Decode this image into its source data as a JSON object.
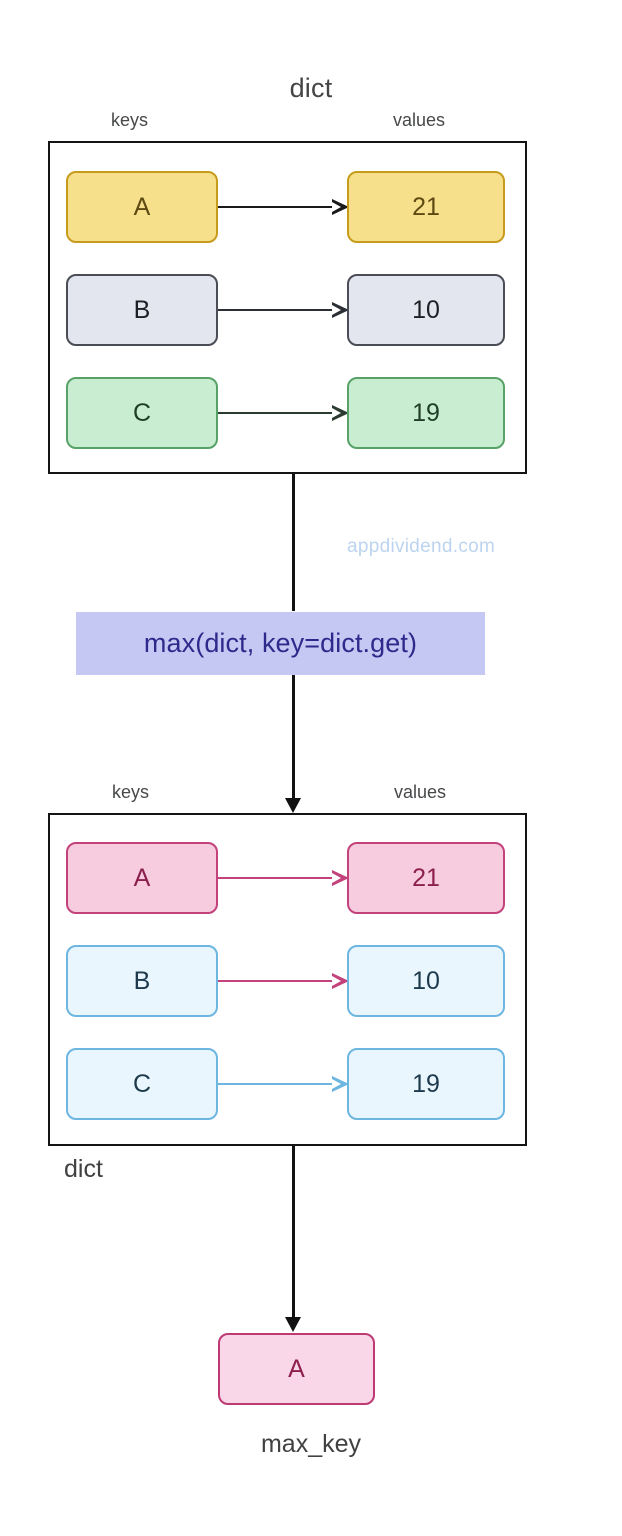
{
  "diagram": {
    "title": "dict",
    "watermark": "appdividend.com",
    "operation_label": "max(dict, key=dict.get)",
    "bottom_dict_caption": "dict",
    "result_caption": "max_key",
    "column_headers": {
      "keys": "keys",
      "values": "values"
    },
    "input_dict": {
      "caption": "dict",
      "rows": [
        {
          "key": "A",
          "value": "21",
          "color": "#f7e08c",
          "border": "#c79b1c",
          "arrow_color": "#1a1a1a"
        },
        {
          "key": "B",
          "value": "10",
          "color": "#e3e6ee",
          "border": "#4a4d55",
          "arrow_color": "#2b2e35"
        },
        {
          "key": "C",
          "value": "19",
          "color": "#c9edd0",
          "border": "#58a268",
          "arrow_color": "#2b3b30"
        }
      ]
    },
    "output_dict": {
      "caption": "dict",
      "rows": [
        {
          "key": "A",
          "value": "21",
          "color": "#f6ccde",
          "border": "#c4427c",
          "arrow_color": "#c4427c"
        },
        {
          "key": "B",
          "value": "10",
          "color": "#e9f6fd",
          "border": "#6cb6e0",
          "arrow_color": "#c4427c"
        },
        {
          "key": "C",
          "value": "19",
          "color": "#e9f6fd",
          "border": "#6cb6e0",
          "arrow_color": "#6cb6e0"
        }
      ]
    },
    "result": {
      "label": "A",
      "caption": "max_key",
      "color": "#f9d7e8",
      "border": "#bd3a74"
    },
    "colors": {
      "frame_border": "#141414",
      "connector": "#111111",
      "callout_bg": "#c5c8f3",
      "callout_text": "#2d2a8c",
      "watermark_text": "#bcd4ef",
      "body_text": "#3f3f3f",
      "background": "#ffffff"
    }
  }
}
